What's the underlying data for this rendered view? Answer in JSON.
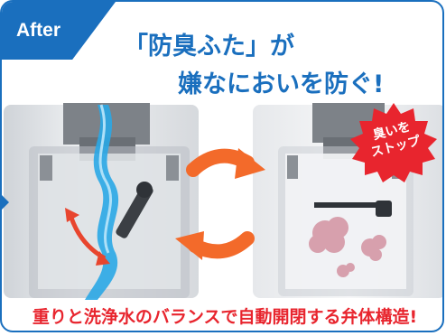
{
  "badge": {
    "label": "After"
  },
  "headline": {
    "line1": "「防臭ふた」が",
    "line2": "嫌なにおいを防ぐ!"
  },
  "stamp": {
    "line1": "臭いを",
    "line2": "ストップ"
  },
  "footer": {
    "text": "重りと洗浄水のバランスで自動開閉する弁体構造!"
  },
  "colors": {
    "brand_blue": "#1a6fbe",
    "accent_red": "#e8252e",
    "arrow_orange": "#f36a2a",
    "water_blue": "#2aa7e6",
    "odor_pink": "#d7a0ad"
  }
}
